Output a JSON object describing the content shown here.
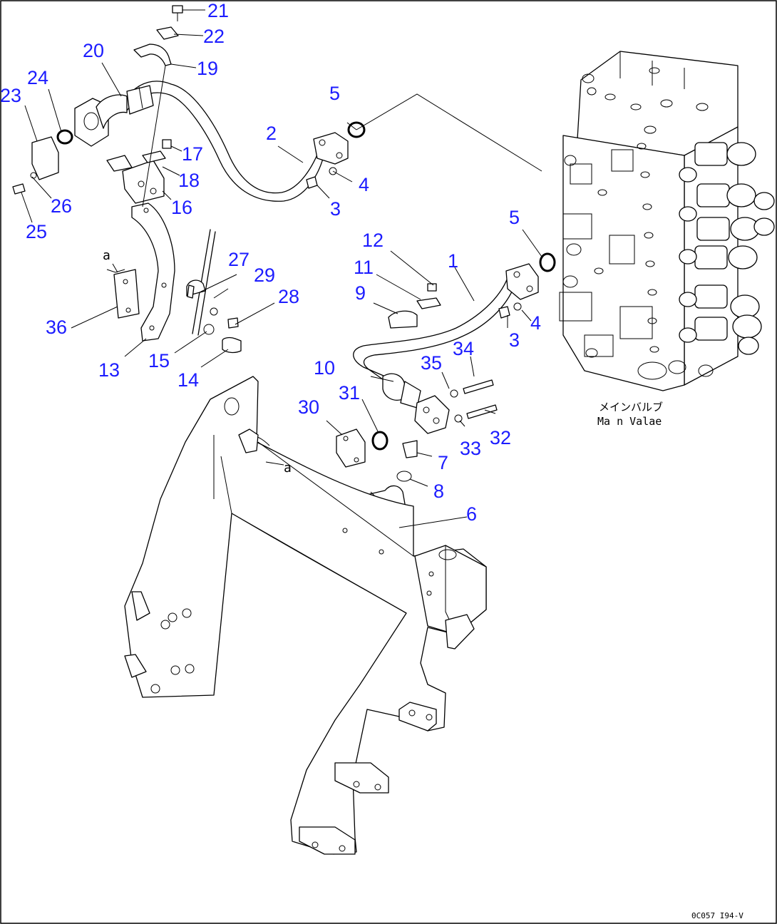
{
  "callouts": [
    "1",
    "2",
    "3",
    "4",
    "5",
    "6",
    "7",
    "8",
    "9",
    "10",
    "11",
    "12",
    "13",
    "14",
    "15",
    "16",
    "17",
    "18",
    "19",
    "20",
    "21",
    "22",
    "23",
    "24",
    "25",
    "26",
    "27",
    "28",
    "29",
    "30",
    "31",
    "32",
    "33",
    "34",
    "35",
    "36"
  ],
  "repeat_callouts": {
    "n3": "3",
    "n4": "4",
    "n5": "5"
  },
  "reference_marks": {
    "a": "a"
  },
  "main_valve": {
    "label_jp": "メインバルブ",
    "label_en": "Ma n Valae"
  },
  "figure_code": "0C057 I94-V",
  "colors": {
    "callout": "#1c1cff",
    "line": "#000000",
    "background": "#ffffff"
  }
}
